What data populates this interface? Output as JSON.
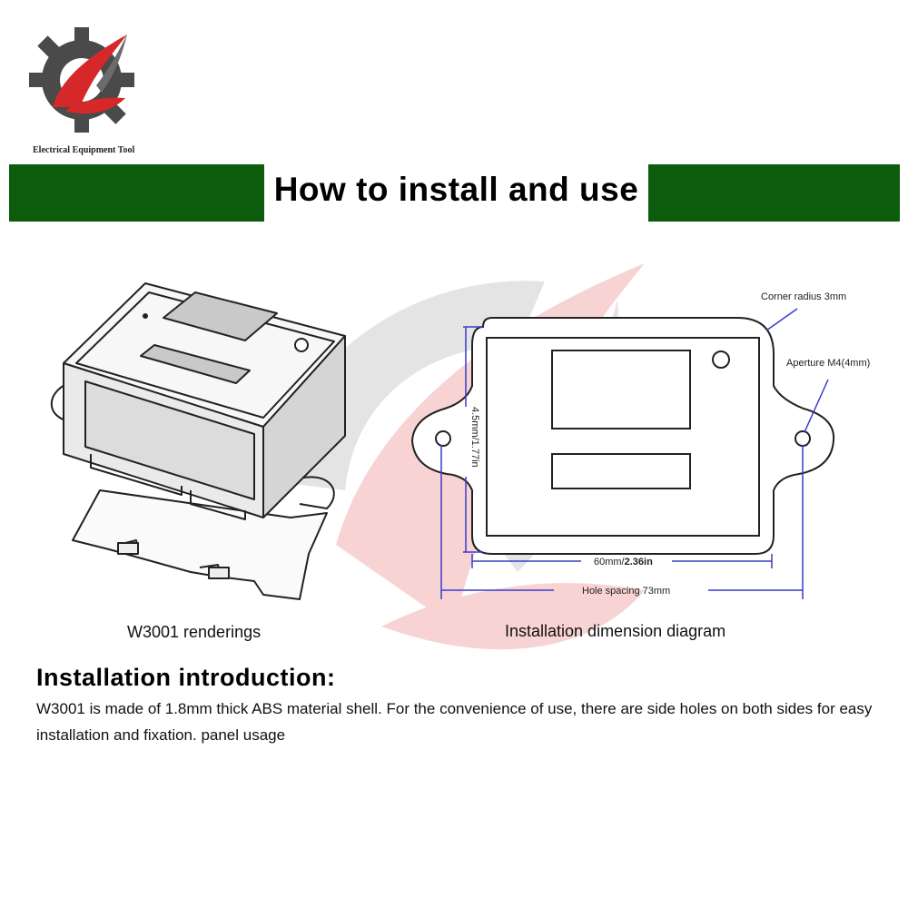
{
  "brand": {
    "tagline": "Electrical Equipment Tool"
  },
  "header": {
    "title": "How to install and use"
  },
  "figures": {
    "render_caption": "W3001 renderings",
    "diagram_caption": "Installation dimension diagram"
  },
  "diagram": {
    "corner_radius": "Corner radius 3mm",
    "aperture": "Aperture M4(4mm)",
    "height": "4.5mm/1.77in",
    "width_prefix": "60mm/",
    "width_suffix": "2.36in",
    "hole_spacing": "Hole spacing 73mm"
  },
  "intro": {
    "title": "Installation introduction:",
    "body": "W3001 is made of 1.8mm thick ABS material shell. For the convenience of use, there are side holes on both sides for easy installation and fixation. panel usage"
  },
  "colors": {
    "band_green": "#0d5b0d",
    "dimension_blue": "#3a3acc",
    "logo_red": "#d62828",
    "logo_dark": "#4a4a4a"
  }
}
